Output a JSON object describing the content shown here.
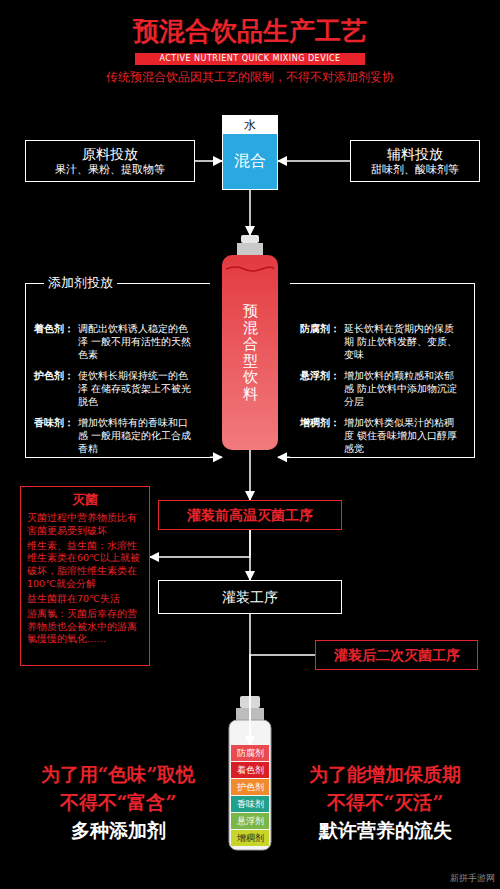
{
  "diagram": {
    "title": "预混合饮品生产工艺",
    "nodes": [
      {
        "text": [
          "原料投放",
          "果汁、果粉、提取物等"
        ]
      },
      {
        "text": [
          "水",
          "混合"
        ]
      },
      {
        "text": [
          "辅料投放",
          "甜味剂、酸味剂等"
        ]
      },
      {
        "text": [
          "添加剂投放",
          "着色剂：",
          "调配出饮料诱人稳定的色泽 一般不用有活性的天然色素",
          "护色剂：",
          "使饮料长期保持统一的色泽 在储存或货架上不被光脱色",
          "香味剂：",
          "增加饮料特有的香味和口感 一般用稳定的化工合成香精"
        ]
      },
      {
        "text": [
          "预混合型饮料"
        ]
      },
      {
        "text": [
          "防腐剂：",
          "延长饮料在货期内的保质期 防止饮料发酵、变质、变味",
          "悬浮剂：",
          "增加饮料的颗粒感和浓郁感 防止饮料中添加物沉淀分层",
          "增稠剂：",
          "增加饮料类似果汁的粘稠度 锁住香味增加入口醇厚感觉"
        ]
      },
      {
        "text": [
          "灌装前高温灭菌工序"
        ]
      },
      {
        "text": [
          "灭菌",
          "灭菌过程中营养物质比有害菌更易受到破坏",
          "维生素、益生菌：水溶性维生素类在60℃以上就被破坏，脂溶性维生素类在100℃就会分解",
          "益生菌群在70℃失活",
          "游离氯：灭菌后幸存的营养物质也会被水中的游离氯慢慢的氧化……"
        ]
      },
      {
        "text": [
          "灌装工序"
        ]
      },
      {
        "text": [
          "灌装后二次灭菌工序"
        ]
      },
      {
        "text": [
          "防腐剂"
        ]
      },
      {
        "text": [
          "着色剂"
        ]
      },
      {
        "text": [
          "护色剂"
        ]
      },
      {
        "text": [
          "香味剂"
        ]
      },
      {
        "text": [
          "悬浮剂"
        ]
      },
      {
        "text": [
          "增稠剂"
        ]
      }
    ],
    "edges": [
      {
        "from": 0,
        "to": 1,
        "arrow": "to"
      },
      {
        "from": 2,
        "to": 1,
        "arrow": "to"
      },
      {
        "from": 1,
        "to": 4,
        "arrow": "to"
      },
      {
        "from": 3,
        "to": 4,
        "arrow": "to"
      },
      {
        "from": 5,
        "to": 4,
        "arrow": "to"
      },
      {
        "from": 4,
        "to": 6,
        "arrow": "to"
      },
      {
        "from": 6,
        "to": 8,
        "arrow": "to"
      },
      {
        "from": 6,
        "to": 7,
        "arrow": "to"
      },
      {
        "from": 8,
        "to": 10,
        "arrow": "to"
      },
      {
        "from": 9,
        "to": 10,
        "arrow": "to"
      }
    ],
    "labels": [
      "ACTIVE NUTRIENT QUICK MIXING DEVICE",
      "传统预混合饮品因其工艺的限制，不得不对添加剂妥协",
      "为了用“色味”取悦",
      "不得不“富含”",
      "多种添加剂",
      "为了能增加保质期",
      "不得不“灭活”",
      "默许营养的流失",
      "新拼手游网"
    ]
  }
}
